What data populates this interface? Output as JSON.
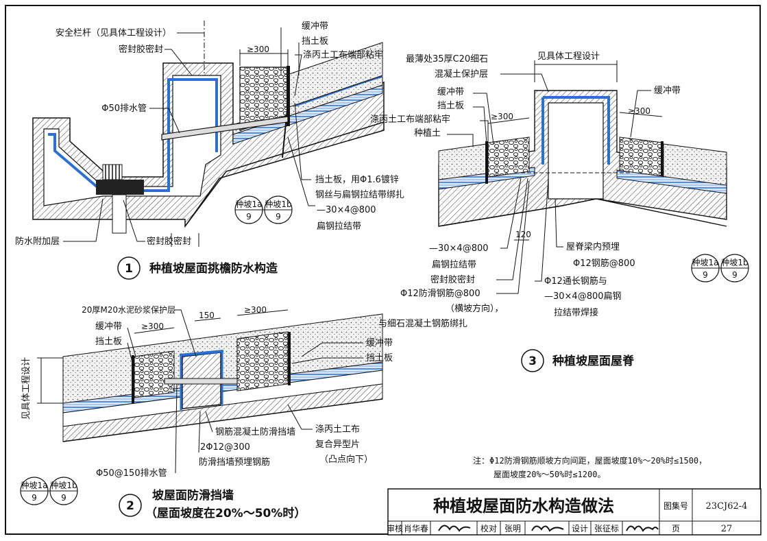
{
  "detail1": {
    "number": "1",
    "title": "种植坡屋面挑檐防水构造",
    "labels": {
      "railing": "安全栏杆（见具体工程设计）",
      "sealant_top": "密封胶密封",
      "drain_pipe": "Φ50排水管",
      "cushion": "缓冲带",
      "retaining": "挡土板",
      "geotextile": "涤丙土工布端部粘牢",
      "dim300": "≥300",
      "retaining_note_1": "挡土板，用Φ1.6镀锌",
      "retaining_note_2": "钢丝与扁钢拉结带绑扎",
      "steel_1": "—30×4@800",
      "steel_2": "扁钢拉结带",
      "waterproof_add": "防水附加层",
      "sealant_bottom": "密封胶密封"
    },
    "refs": [
      {
        "top": "种坡1a",
        "bottom": "9"
      },
      {
        "top": "种坡1b",
        "bottom": "9"
      }
    ]
  },
  "detail2": {
    "number": "2",
    "title_1": "坡屋面防滑挡墙",
    "title_2": "（屋面坡度在20%～50%时）",
    "labels": {
      "mortar": "20厚M20水泥砂浆保护层",
      "cushion_l": "缓冲带",
      "retaining_l": "挡土板",
      "dim300_l": "≥300",
      "dim150": "150",
      "dim300_r": "≥300",
      "cushion_r": "缓冲带",
      "retaining_r": "挡土板",
      "vertical": "见具体工程设计",
      "geotextile_1": "涤丙土工布",
      "geotextile_2": "复合异型片",
      "geotextile_3": "（凸点向下）",
      "wall": "钢筋混凝土防滑挡墙",
      "rebar_1": "2Φ12@300",
      "rebar_2": "防滑挡墙预埋钢筋",
      "drain": "Φ50@150排水管"
    },
    "refs": [
      {
        "top": "种坡1a",
        "bottom": "9"
      },
      {
        "top": "种坡1b",
        "bottom": "9"
      }
    ]
  },
  "detail3": {
    "number": "3",
    "title": "种植坡屋面屋脊",
    "labels": {
      "protect_1": "最薄处35厚C20细石",
      "protect_2": "混凝土保护层",
      "see_design": "见具体工程设计",
      "cushion_l": "缓冲带",
      "retaining_l": "挡土板",
      "geotextile": "涤丙土工布端部粘牢",
      "soil": "种植土",
      "dim300_l": "≥300",
      "dim300_r": "≥300",
      "cushion_r": "缓冲带",
      "dim120": "120",
      "beam_1": "屋脊梁内预埋",
      "beam_2": "Φ12钢筋@800",
      "steel_1": "—30×4@800",
      "steel_2": "扁钢拉结带",
      "sealant": "密封胶密封",
      "anti_1": "Φ12防滑钢筋@800",
      "anti_2": "（横坡方向），",
      "anti_3": "与细石混凝土钢筋绑扎",
      "through_1": "Φ12通长钢筋与",
      "through_2": "—30×4@800扁钢",
      "through_3": "拉结带焊接"
    },
    "refs": [
      {
        "top": "种坡1a",
        "bottom": "9"
      },
      {
        "top": "种坡1b",
        "bottom": "9"
      }
    ]
  },
  "note": {
    "line1": "注：Φ12防滑钢筋顺坡方向间距，屋面坡度10%～20%时≤1500，",
    "line2": "屋面坡度20%～50%时≤1200。"
  },
  "title_block": {
    "title": "种植坡屋面防水构造做法",
    "atlas_label": "图集号",
    "atlas_value": "23CJ62-4",
    "review_label": "审核",
    "review_name": "肖华春",
    "check_label": "校对",
    "check_name": "张明",
    "design_label": "设计",
    "design_name": "张征标",
    "page_label": "页",
    "page_value": "27"
  },
  "colors": {
    "ink": "#111111",
    "membrane_blue": "#2a6fd6",
    "light_blue": "#a9c8f2"
  }
}
